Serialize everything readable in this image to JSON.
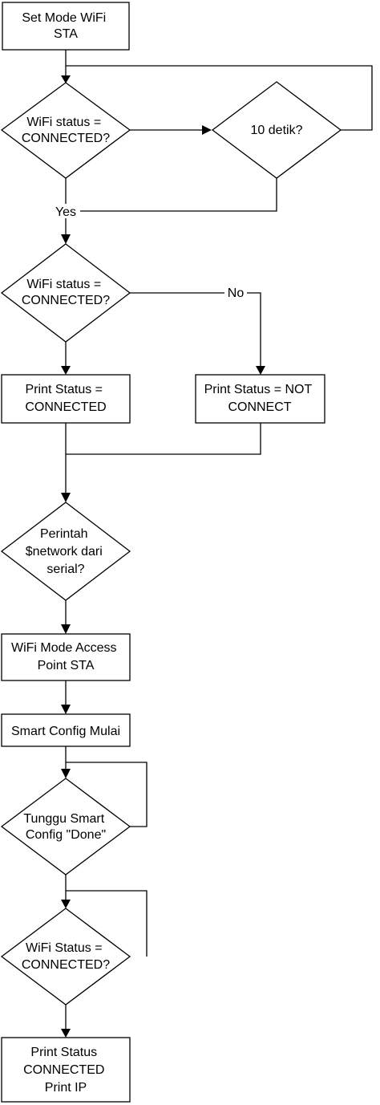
{
  "diagram": {
    "nodes": {
      "set_mode": {
        "lines": [
          "Set Mode WiFi",
          "STA"
        ]
      },
      "wifi_check_1": {
        "lines": [
          "WiFi status =",
          "CONNECTED?"
        ]
      },
      "timeout": {
        "lines": [
          "10 detik?"
        ]
      },
      "wifi_check_2": {
        "lines": [
          "WiFi status =",
          "CONNECTED?"
        ]
      },
      "print_connected": {
        "lines": [
          "Print Status =",
          "CONNECTED"
        ]
      },
      "print_not_connect": {
        "lines": [
          "Print Status = NOT",
          "CONNECT"
        ]
      },
      "network_cmd": {
        "lines": [
          "Perintah",
          "$network dari",
          "serial?"
        ]
      },
      "ap_mode": {
        "lines": [
          "WiFi Mode Access",
          "Point STA"
        ]
      },
      "smart_config": {
        "lines": [
          "Smart Config Mulai"
        ]
      },
      "wait_done": {
        "lines": [
          "Tunggu Smart",
          "Config \"Done\""
        ]
      },
      "wifi_check_3": {
        "lines": [
          "WiFi Status =",
          "CONNECTED?"
        ]
      },
      "print_ip": {
        "lines": [
          "Print Status",
          "CONNECTED",
          "Print IP"
        ]
      }
    },
    "edge_labels": {
      "yes": "Yes",
      "no": "No"
    }
  }
}
